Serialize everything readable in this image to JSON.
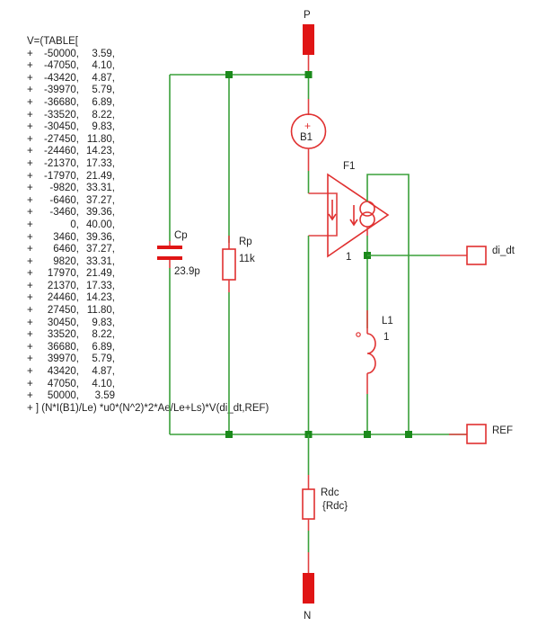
{
  "table": {
    "header": "V=(TABLE[",
    "prefix": "+",
    "rows": [
      {
        "x": "-50000,",
        "y": "3.59,"
      },
      {
        "x": "-47050,",
        "y": "4.10,"
      },
      {
        "x": "-43420,",
        "y": "4.87,"
      },
      {
        "x": "-39970,",
        "y": "5.79,"
      },
      {
        "x": "-36680,",
        "y": "6.89,"
      },
      {
        "x": "-33520,",
        "y": "8.22,"
      },
      {
        "x": "-30450,",
        "y": "9.83,"
      },
      {
        "x": "-27450,",
        "y": "11.80,"
      },
      {
        "x": "-24460,",
        "y": "14.23,"
      },
      {
        "x": "-21370,",
        "y": "17.33,"
      },
      {
        "x": "-17970,",
        "y": "21.49,"
      },
      {
        "x": "-9820,",
        "y": "33.31,"
      },
      {
        "x": "-6460,",
        "y": "37.27,"
      },
      {
        "x": "-3460,",
        "y": "39.36,"
      },
      {
        "x": "0,",
        "y": "40.00,"
      },
      {
        "x": "3460,",
        "y": "39.36,"
      },
      {
        "x": "6460,",
        "y": "37.27,"
      },
      {
        "x": "9820,",
        "y": "33.31,"
      },
      {
        "x": "17970,",
        "y": "21.49,"
      },
      {
        "x": "21370,",
        "y": "17.33,"
      },
      {
        "x": "24460,",
        "y": "14.23,"
      },
      {
        "x": "27450,",
        "y": "11.80,"
      },
      {
        "x": "30450,",
        "y": "9.83,"
      },
      {
        "x": "33520,",
        "y": "8.22,"
      },
      {
        "x": "36680,",
        "y": "6.89,"
      },
      {
        "x": "39970,",
        "y": "5.79,"
      },
      {
        "x": "43420,",
        "y": "4.87,"
      },
      {
        "x": "47050,",
        "y": "4.10,"
      },
      {
        "x": "50000,",
        "y": "3.59"
      }
    ],
    "footer": "+ ] (N*I(B1)/Le) *u0*(N^2)*2*Ae/Le+Ls)*V(di_dt,REF)"
  },
  "components": {
    "port_p": {
      "label": "P"
    },
    "port_n": {
      "label": "N"
    },
    "b1": {
      "label": "B1",
      "polarity": "+"
    },
    "f1": {
      "label": "F1",
      "gain": "1"
    },
    "cp": {
      "label": "Cp",
      "value": "23.9p"
    },
    "rp": {
      "label": "Rp",
      "value": "11k"
    },
    "l1": {
      "label": "L1",
      "value": "1"
    },
    "rdc": {
      "label": "Rdc",
      "value": "{Rdc}"
    },
    "port_di_dt": {
      "label": "di_dt"
    },
    "port_ref": {
      "label": "REF"
    }
  },
  "colors": {
    "wire": "#3aa03a",
    "component": "#e03030",
    "junction": "#1b8a1b",
    "port_fill": "#e01515"
  }
}
